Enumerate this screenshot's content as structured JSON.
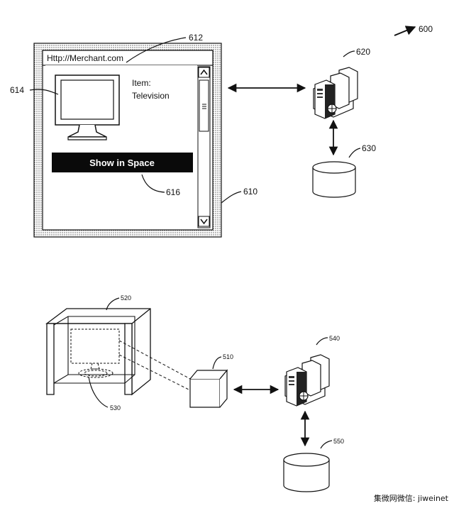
{
  "figure_label": "600",
  "fig_top": {
    "browser_ref": "610",
    "url_ref": "612",
    "image_ref": "614",
    "button_ref": "616",
    "server_ref": "620",
    "db_ref": "630",
    "url_text": "Http://Merchant.com",
    "item_label": "Item:",
    "item_value": "Television",
    "button_label": "Show in Space"
  },
  "fig_bottom": {
    "room_ref": "520",
    "footprint_ref": "530",
    "device_ref": "510",
    "server_ref": "540",
    "db_ref": "550"
  },
  "watermark": "集微网微信: jiweinet"
}
